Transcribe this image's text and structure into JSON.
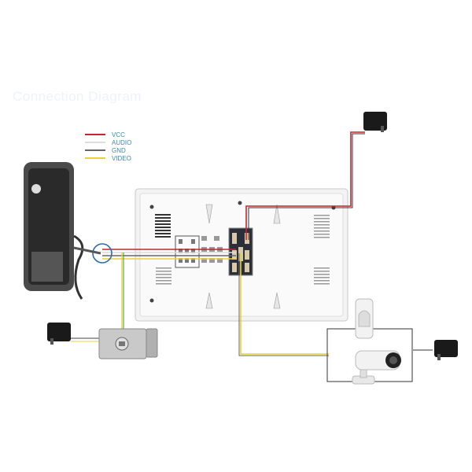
{
  "title": "Connection Diagram",
  "legend": [
    {
      "label": "VCC",
      "color": "#c0282d"
    },
    {
      "label": "AUDIO",
      "color": "#dddddd"
    },
    {
      "label": "GND",
      "color": "#666666"
    },
    {
      "label": "VIDEO",
      "color": "#e8d23a"
    }
  ]
}
